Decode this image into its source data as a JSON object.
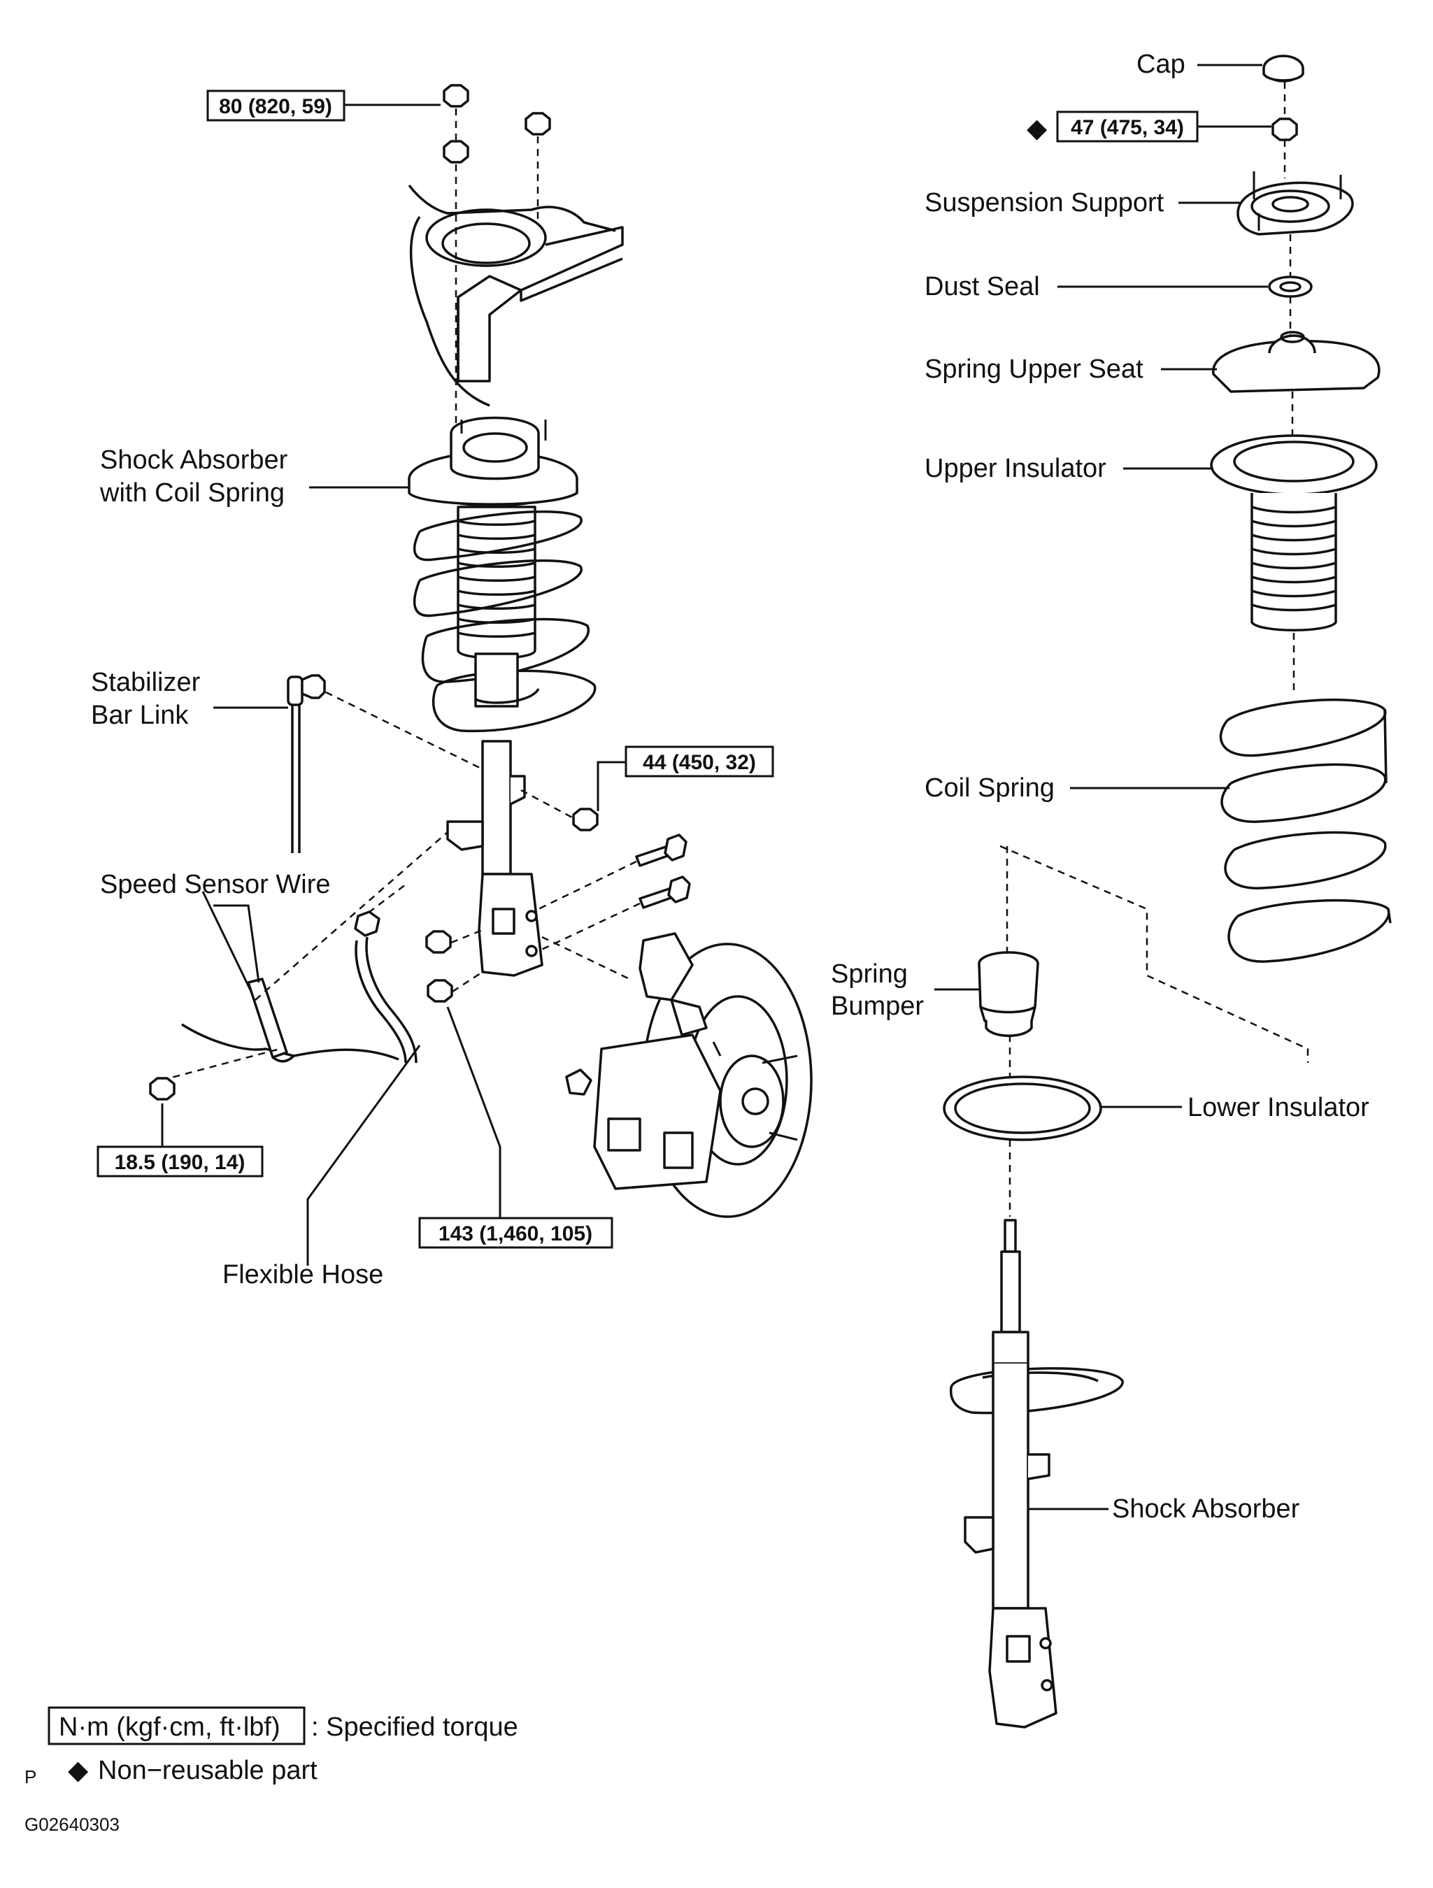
{
  "parts": {
    "cap": "Cap",
    "suspension_support": "Suspension Support",
    "dust_seal": "Dust Seal",
    "spring_upper_seat": "Spring Upper Seat",
    "upper_insulator": "Upper Insulator",
    "coil_spring": "Coil Spring",
    "spring_bumper_1": "Spring",
    "spring_bumper_2": "Bumper",
    "lower_insulator": "Lower Insulator",
    "shock_absorber": "Shock Absorber",
    "shock_coil_1": "Shock Absorber",
    "shock_coil_2": "with Coil Spring",
    "stabilizer_1": "Stabilizer",
    "stabilizer_2": "Bar Link",
    "speed_sensor_wire": "Speed Sensor Wire",
    "flexible_hose": "Flexible Hose"
  },
  "torques": {
    "top_nut": "80 (820, 59)",
    "center_nut": "47 (475, 34)",
    "stabilizer_nut": "44 (450, 32)",
    "sensor_bolt": "18.5 (190, 14)",
    "knuckle_bolt": "143 (1,460, 105)"
  },
  "legend": {
    "torque_unit": "N·m (kgf·cm, ft·lbf)",
    "torque_text": ": Specified torque",
    "nonreusable_symbol": "◆",
    "nonreusable_text": "Non−reusable part",
    "page_mark": "P"
  },
  "figure_code": "G02640303"
}
